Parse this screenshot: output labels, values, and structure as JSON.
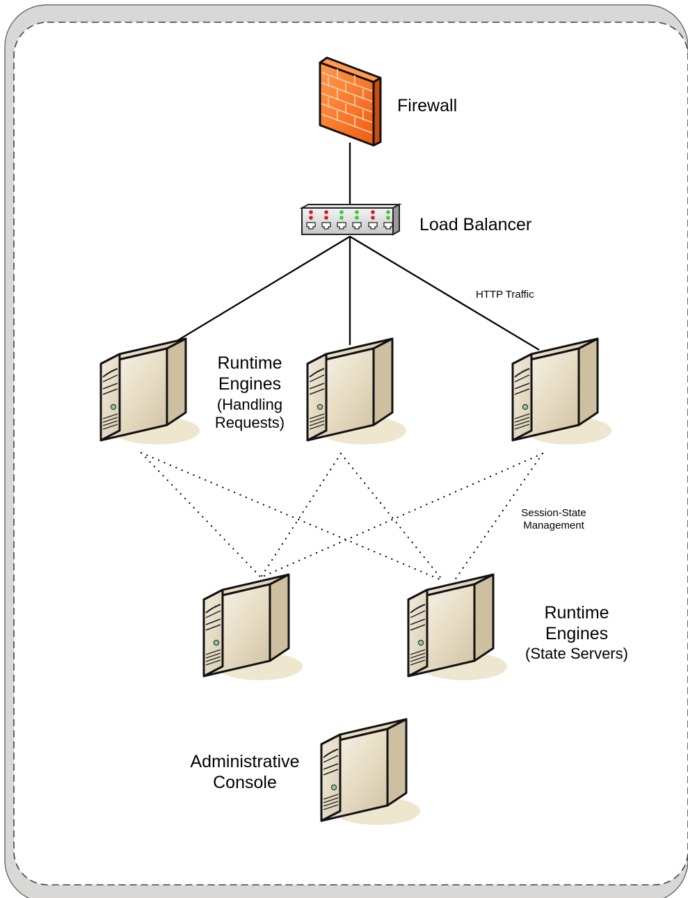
{
  "labels": {
    "firewall": "Firewall",
    "load_balancer": "Load Balancer",
    "http_traffic": "HTTP Traffic",
    "runtime_handling": {
      "line1": "Runtime",
      "line2": "Engines",
      "line3": "(Handling",
      "line4": "Requests)"
    },
    "session_state": {
      "line1": "Session-State",
      "line2": "Management"
    },
    "runtime_state": {
      "line1": "Runtime",
      "line2": "Engines",
      "line3": "(State Servers)"
    },
    "admin_console": {
      "line1": "Administrative",
      "line2": "Console"
    }
  },
  "colors": {
    "frame_gray": "#d9d8d6",
    "firewall_orange": "#f26b21",
    "server_beige": "#e6dcc6",
    "shadow": "#efe6cf",
    "led_red": "#d21c1c",
    "led_green": "#3cc83c"
  }
}
